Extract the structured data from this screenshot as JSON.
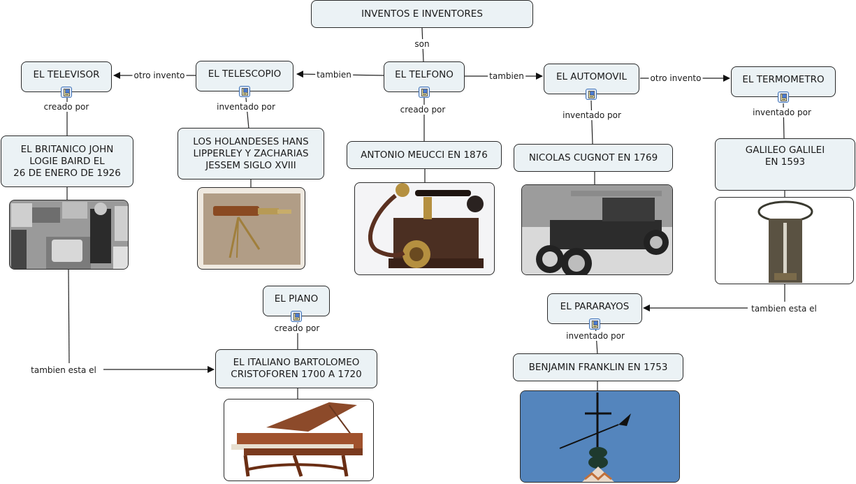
{
  "title": "INVENTOS E INVENTORES",
  "colors": {
    "node_fill": "#ebf2f5",
    "node_border": "#2a2a2a",
    "line": "#222222",
    "resource_icon_border": "#3b6fb6"
  },
  "nodes": {
    "root": "INVENTOS E INVENTORES",
    "telefono": "EL TELFONO",
    "telescopio": "EL TELESCOPIO",
    "televisor": "EL TELEVISOR",
    "automovil": "EL AUTOMOVIL",
    "termometro": "EL TERMOMETRO",
    "piano": "EL PIANO",
    "pararayos": "EL PARARAYOS",
    "baird": "EL BRITANICO JOHN\nLOGIE BAIRD EL\n26 DE ENERO DE 1926",
    "holandeses": "LOS HOLANDESES HANS\nLIPPERLEY Y ZACHARIAS\nJESSEM SIGLO XVIII",
    "meucci": "ANTONIO MEUCCI EN 1876",
    "cugnot": "NICOLAS CUGNOT EN 1769",
    "galileo": "GALILEO GALILEI\nEN 1593",
    "cristoforen": "EL ITALIANO BARTOLOMEO\nCRISTOFOREN 1700 A 1720",
    "franklin": "BENJAMIN FRANKLIN EN 1753"
  },
  "links": {
    "son": "son",
    "tambien_left": "tambien",
    "tambien_right": "tambien",
    "otro_invento_left": "otro invento",
    "otro_invento_right": "otro invento",
    "creado_por_televisor": "creado por",
    "inventado_por_telescopio": "inventado por",
    "creado_por_telefono": "creado por",
    "inventado_por_automovil": "inventado por",
    "inventado_por_termometro": "inventado por",
    "creado_por_piano": "creado por",
    "inventado_por_pararayos": "inventado por",
    "tambien_esta_el_left": "tambien esta el",
    "tambien_esta_el_right": "tambien esta el"
  },
  "images": {
    "television": "black-and-white photo of man presenting a television set",
    "telescope": "brass telescope on tripod",
    "telephone": "antique wooden telephone with brass fittings",
    "automobile": "black-and-white photo of vintage automobile",
    "thermometer": "antique hanging thermometer",
    "piano": "ornate carved grand piano",
    "lightning_rod": "weather vane and lightning rod against blue sky"
  }
}
